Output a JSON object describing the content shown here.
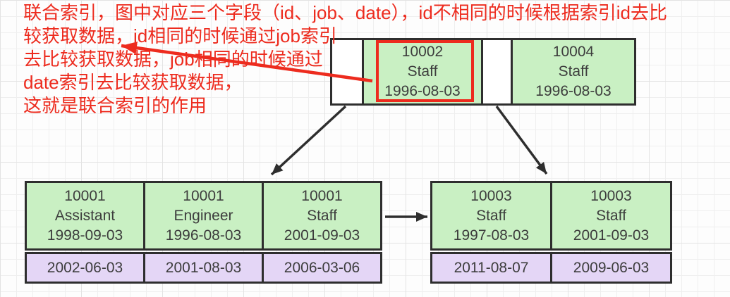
{
  "annotation": {
    "lines": [
      "联合索引，图中对应三个字段（id、job、date），id不相同的时候根据索引id去比",
      "较获取数据，id相同的时候通过job索引",
      "去比较获取数据，job相同的时候通过",
      "date索引去比较获取数据，",
      "这就是联合索引的作用"
    ],
    "color": "#ed2b1e"
  },
  "root_node": {
    "keys": [
      {
        "id": "10002",
        "job": "Staff",
        "date": "1996-08-03",
        "highlighted": true
      },
      {
        "id": "10004",
        "job": "Staff",
        "date": "1996-08-03",
        "highlighted": false
      }
    ]
  },
  "leaf_nodes": {
    "left": {
      "entries": [
        {
          "id": "10001",
          "job": "Assistant",
          "date": "1998-09-03",
          "row_value": "2002-06-03"
        },
        {
          "id": "10001",
          "job": "Engineer",
          "date": "1996-08-03",
          "row_value": "2001-08-03"
        },
        {
          "id": "10001",
          "job": "Staff",
          "date": "2001-09-03",
          "row_value": "2006-03-06"
        }
      ]
    },
    "right": {
      "entries": [
        {
          "id": "10003",
          "job": "Staff",
          "date": "1997-08-03",
          "row_value": "2011-08-07"
        },
        {
          "id": "10003",
          "job": "Staff",
          "date": "2001-09-03",
          "row_value": "2009-06-03"
        }
      ]
    }
  },
  "colors": {
    "key_fill": "#c9f0c3",
    "value_fill": "#e4d6f6",
    "node_border": "#2e2e2e",
    "annotation_red": "#ed2b1e",
    "cell_text": "#3d3d3d"
  }
}
